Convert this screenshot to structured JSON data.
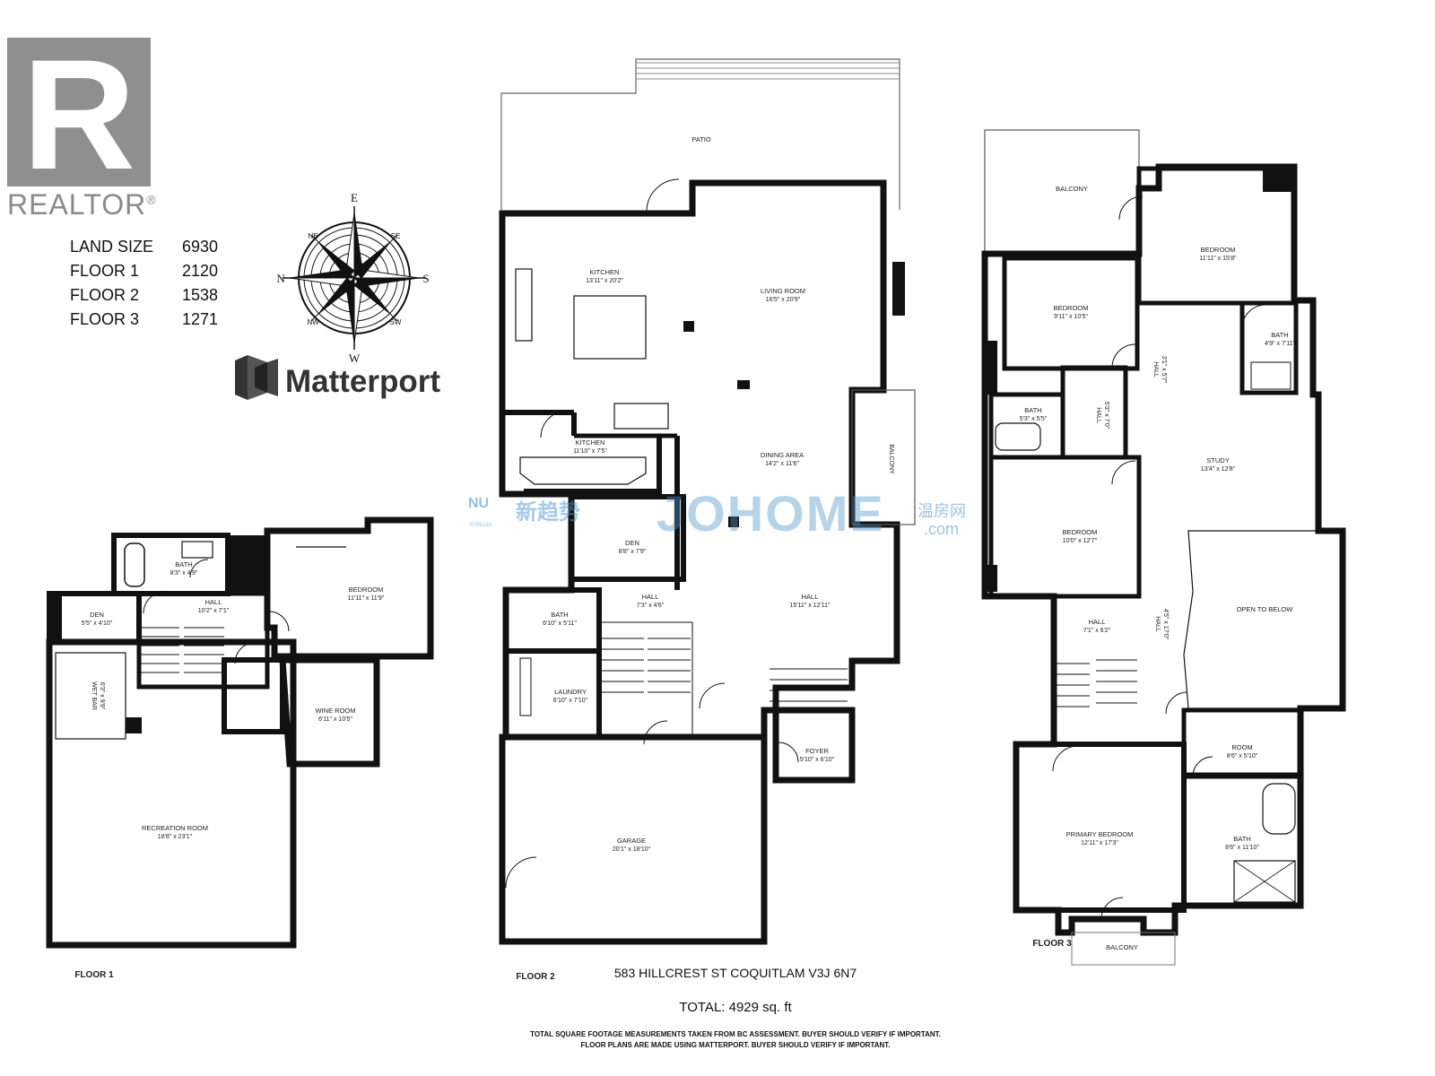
{
  "branding": {
    "realtor_label": "REALTOR",
    "registered_mark": "®",
    "realtor_letter": "R",
    "matterport_label": "Matterport"
  },
  "compass": {
    "n": "N",
    "e": "E",
    "s": "S",
    "w": "W",
    "ne": "SE",
    "nw": "NE",
    "se": "SW",
    "sw": "NW"
  },
  "info": {
    "rows": [
      {
        "label": "LAND SIZE",
        "value": "6930"
      },
      {
        "label": "FLOOR 1",
        "value": "2120"
      },
      {
        "label": "FLOOR 2",
        "value": "1538"
      },
      {
        "label": "FLOOR 3",
        "value": "1271"
      }
    ]
  },
  "watermark": {
    "nu": "NU",
    "stream": "STREAM",
    "cn": "新趋势",
    "big": "JOHOME",
    "cn2": "温房网",
    "com": ".com"
  },
  "floor1": {
    "label": "FLOOR 1",
    "rooms": [
      {
        "name": "BATH",
        "dim": "8'3\" x 4'9\""
      },
      {
        "name": "HALL",
        "dim": "10'2\" x 7'1\""
      },
      {
        "name": "BEDROOM",
        "dim": "11'11\" x 11'9\""
      },
      {
        "name": "DEN",
        "dim": "5'5\" x 4'10\""
      },
      {
        "name": "WET BAR",
        "dim": "6'3\" x 9'9\""
      },
      {
        "name": "WINE ROOM",
        "dim": "6'11\" x 10'5\""
      },
      {
        "name": "RECREATION ROOM",
        "dim": "18'8\" x 23'1\""
      }
    ]
  },
  "floor2": {
    "label": "FLOOR 2",
    "rooms": [
      {
        "name": "PATIO",
        "dim": ""
      },
      {
        "name": "KITCHEN",
        "dim": "13'11\" x 20'2\""
      },
      {
        "name": "LIVING ROOM",
        "dim": "16'5\" x 20'9\""
      },
      {
        "name": "KITCHEN",
        "dim": "11'10\" x 7'5\""
      },
      {
        "name": "DINING AREA",
        "dim": "14'2\" x 11'6\""
      },
      {
        "name": "BALCONY",
        "dim": ""
      },
      {
        "name": "DEN",
        "dim": "8'8\" x 7'9\""
      },
      {
        "name": "BATH",
        "dim": "6'10\" x 5'11\""
      },
      {
        "name": "HALL",
        "dim": "7'3\" x 4'6\""
      },
      {
        "name": "HALL",
        "dim": "15'11\" x 12'11\""
      },
      {
        "name": "LAUNDRY",
        "dim": "6'10\" x 7'10\""
      },
      {
        "name": "FOYER",
        "dim": "5'10\" x 6'10\""
      },
      {
        "name": "GARAGE",
        "dim": "20'1\" x 18'10\""
      }
    ]
  },
  "floor3": {
    "label": "FLOOR 3",
    "rooms": [
      {
        "name": "BALCONY",
        "dim": ""
      },
      {
        "name": "BEDROOM",
        "dim": "11'11\" x 15'8\""
      },
      {
        "name": "BEDROOM",
        "dim": "9'11\" x 10'5\""
      },
      {
        "name": "BATH",
        "dim": "4'9\" x 7'11\""
      },
      {
        "name": "HALL",
        "dim": "3'1\" x 5'7\""
      },
      {
        "name": "BATH",
        "dim": "5'3\" x 5'5\""
      },
      {
        "name": "HALL",
        "dim": "5'3\" x 7'0\""
      },
      {
        "name": "STUDY",
        "dim": "13'4\" x 12'8\""
      },
      {
        "name": "BEDROOM",
        "dim": "10'0\" x 12'7\""
      },
      {
        "name": "HALL",
        "dim": "7'1\" x 6'2\""
      },
      {
        "name": "HALL",
        "dim": "4'5\" x 17'0\""
      },
      {
        "name": "OPEN TO BELOW",
        "dim": ""
      },
      {
        "name": "ROOM",
        "dim": "8'6\" x 5'10\""
      },
      {
        "name": "PRIMARY BEDROOM",
        "dim": "12'11\" x 17'3\""
      },
      {
        "name": "BATH",
        "dim": "8'6\" x 11'10\""
      },
      {
        "name": "BALCONY",
        "dim": ""
      }
    ]
  },
  "footer": {
    "address": "583 HILLCREST ST COQUITLAM V3J 6N7",
    "total": "TOTAL: 4929 sq. ft",
    "disclaimer1": "TOTAL SQUARE FOOTAGE MEASUREMENTS TAKEN FROM BC ASSESSMENT. BUYER SHOULD VERIFY IF IMPORTANT.",
    "disclaimer2": "FLOOR PLANS ARE MADE USING MATTERPORT. BUYER SHOULD VERIFY IF IMPORTANT."
  }
}
